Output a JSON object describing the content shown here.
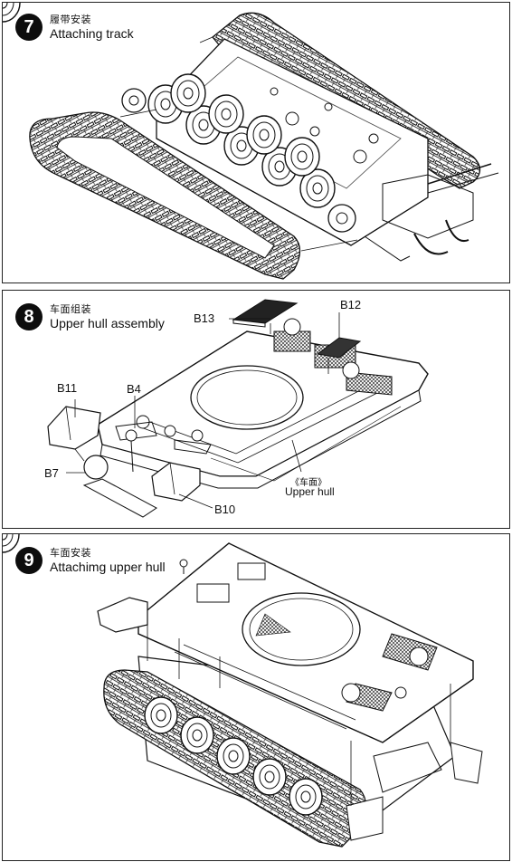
{
  "steps": [
    {
      "number": "7",
      "title_cn": "履带安装",
      "title_en": "Attaching track"
    },
    {
      "number": "8",
      "title_cn": "车面组装",
      "title_en": "Upper hull assembly"
    },
    {
      "number": "9",
      "title_cn": "车面安装",
      "title_en": "Attachimg upper hull"
    }
  ],
  "callouts": {
    "b13": "B13",
    "b12": "B12",
    "b11": "B11",
    "b4": "B4",
    "b7": "B7",
    "b10": "B10",
    "upper_hull_cn": "《车面》",
    "upper_hull_en": "Upper hull"
  }
}
